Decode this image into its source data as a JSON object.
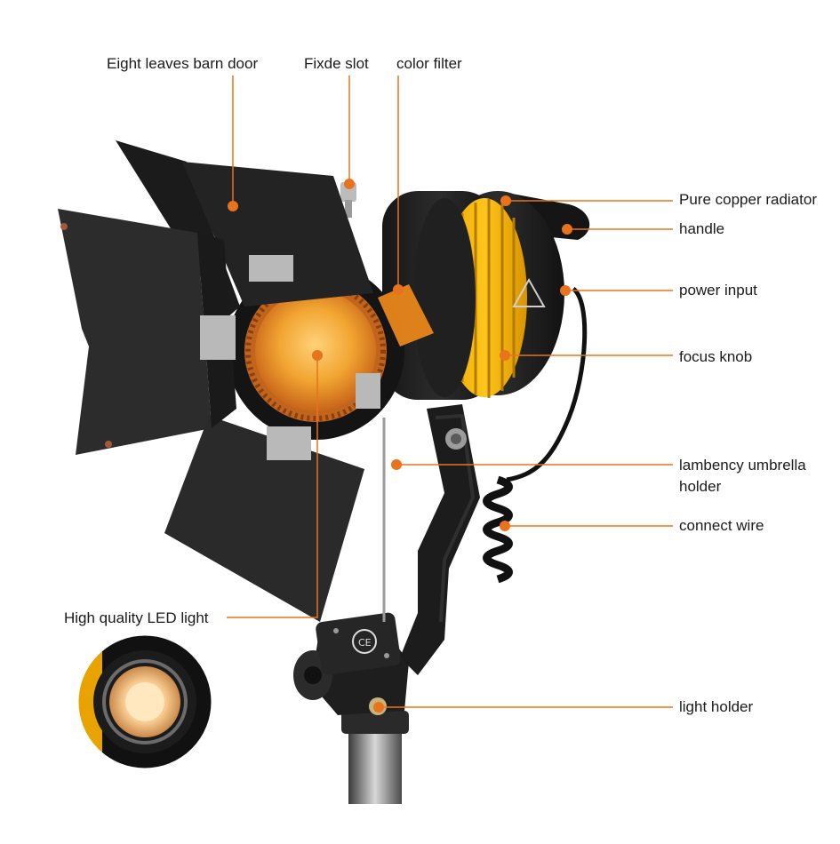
{
  "accent_color": "#e8731c",
  "labels": {
    "barn_door": "Eight leaves barn door",
    "fixde_slot": "Fixde slot",
    "color_filter": "color filter",
    "copper_radiator": "Pure copper radiator",
    "handle": "handle",
    "power_input": "power input",
    "focus_knob": "focus knob",
    "umbrella_holder": "lambency umbrella holder",
    "connect_wire": "connect wire",
    "led_light": "High quality LED light",
    "light_holder": "light holder"
  }
}
